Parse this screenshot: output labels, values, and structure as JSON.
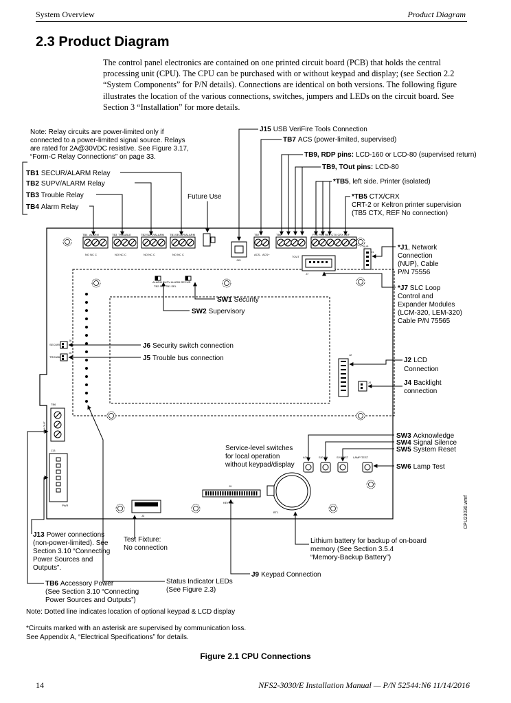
{
  "header": {
    "left": "System Overview",
    "right": "Product Diagram"
  },
  "section": {
    "title": "2.3  Product Diagram",
    "intro": "The control panel electronics are contained on one printed circuit board (PCB) that holds the central processing unit (CPU). The CPU can be purchased with or without keypad and display; (see Section 2.2 “System Components” for P/N details). Connections are identical on both versions. The following figure illustrates the location of the various connections, switches, jumpers and LEDs on the circuit board. See Section 3 “Installation” for more details."
  },
  "diagram": {
    "relay_note": [
      "Note: Relay circuits are power-limited only if",
      "connected to a power-limited signal source. Relays",
      "are rated for 2A@30VDC resistive. See Figure 3.17,",
      "“Form-C Relay Connections” on page 33."
    ],
    "tb1": {
      "id": "TB1",
      "text": "SECUR/ALARM Relay"
    },
    "tb2": {
      "id": "TB2",
      "text": "SUPV/ALARM Relay"
    },
    "tb3": {
      "id": "TB3",
      "text": "Trouble Relay"
    },
    "tb4": {
      "id": "TB4",
      "text": "Alarm Relay"
    },
    "future_use": "Future Use",
    "j15": {
      "id": "J15",
      "text": "USB VeriFire Tools Connection"
    },
    "tb7": {
      "id": "TB7",
      "text": "ACS (power-limited, supervised)"
    },
    "tb9_rdp": {
      "id": "TB9, RDP pins:",
      "text": "LCD-160 or LCD-80 (supervised return)"
    },
    "tb9_tout": {
      "id": "TB9, TOut pins:",
      "text": "LCD-80"
    },
    "tb5_left": {
      "id": "*TB5",
      "text": ", left side. Printer (isolated)"
    },
    "tb5_ctx": {
      "id": "*TB5",
      "text": "CTX/CRX",
      "line2": "CRT-2 or Keltron printer supervision",
      "line3": "(TB5 CTX, REF No connection)"
    },
    "j1": {
      "id": "*J1",
      "text": ", Network",
      "line2": "Connection",
      "line3": "(NUP), Cable",
      "line4": "P/N 75556"
    },
    "j7": {
      "id": "*J7",
      "text": " SLC Loop",
      "line2": "Control and",
      "line3": "Expander Modules",
      "line4": "(LCM-320, LEM-320)",
      "line5": "Cable P/N 75565"
    },
    "sw1": {
      "id": "SW1",
      "text": "Security"
    },
    "sw2": {
      "id": "SW2",
      "text": "Supervisory"
    },
    "j6": {
      "id": "J6",
      "text": "Security switch connection"
    },
    "j5": {
      "id": "J5",
      "text": "Trouble bus connection"
    },
    "j2": {
      "id": "J2",
      "text": "LCD",
      "line2": "Connection"
    },
    "j4": {
      "id": "J4",
      "text": "Backlight",
      "line2": "connection"
    },
    "sw3": {
      "id": "SW3",
      "text": "Acknowledge"
    },
    "sw4": {
      "id": "SW4",
      "text": "Signal Silence"
    },
    "sw5": {
      "id": "SW5",
      "text": "System Reset"
    },
    "sw6": {
      "id": "SW6",
      "text": "Lamp Test"
    },
    "service_switches": [
      "Service-level switches",
      "for local operation",
      "without keypad/display"
    ],
    "j13": {
      "id": "J13",
      "text": "Power connections",
      "line2": "(non-power-limited). See",
      "line3": "Section 3.10 “Connecting",
      "line4": "Power Sources and",
      "line5": "Outputs”."
    },
    "test_fixture": [
      "Test Fixture:",
      "No connection"
    ],
    "battery": [
      "Lithium battery for backup of on-board",
      "memory (See Section 3.5.4",
      "“Memory-Backup Battery”)"
    ],
    "j9": {
      "id": "J9",
      "text": "Keypad Connection"
    },
    "tb6": {
      "id": "TB6",
      "text": "Accessory Power",
      "line2": "(See Section 3.10 “Connecting",
      "line3": "Power Sources and Outputs”)"
    },
    "status_leds": [
      "Status Indicator LEDs",
      "(See Figure 2.3)"
    ],
    "side_code": "CPU23030.wmf",
    "board_labels": {
      "alarm": "ALARM",
      "trouble": "TROUBLE",
      "supv_alarm": "SUPV/ALARM",
      "secur_alarm": "SECUR/ALARM",
      "no_nc_c": "NO   NC   C",
      "tb4": "TB4",
      "tb3": "TB3",
      "tb2": "TB2",
      "tb1": "TB1",
      "j15": "J15",
      "tb7": "TB7",
      "tb9": "TB9",
      "tb5": "TB5",
      "acs_minus": "ACS-",
      "acs_plus": "ACS+",
      "tout": "TOUT",
      "tb5_pins": "PTX   PRX   REF   CTX   CRX   REF",
      "nup": "NUP",
      "j1": "J1",
      "j7": "J7",
      "sw_labels": "ALARM  SUPV   ALARM  SECUR",
      "sw_sub": "TB2   SEL     TB1   SEL",
      "security": "SECURITY",
      "trouble_side": "TROUBLE",
      "j6": "J6",
      "j5": "J5",
      "j2": "J2",
      "j4": "J4",
      "tb6": "TB6",
      "tb6_out": "24V OUT",
      "j13": "J13",
      "pwr": "PWR",
      "j3": "J3",
      "j9": "J9",
      "keypad": "KEYPAD",
      "bt1": "BT1",
      "ack": "ACK",
      "sigsil": "SIG SIL",
      "sysrst": "SYS RST",
      "lamptest": "LAMP TEST",
      "sw3": "SW3",
      "sw4": "SW4",
      "sw5": "SW5",
      "sw6": "SW6"
    }
  },
  "notes": {
    "dotted": "Note: Dotted line indicates location of optional keypad & LCD display",
    "asterisk": [
      "*Circuits marked with an asterisk are supervised by communication loss.",
      "See Appendix A, “Electrical Specifications” for details."
    ]
  },
  "figure_caption": "Figure 2.1  CPU Connections",
  "footer": {
    "page": "14",
    "right": "NFS2-3030/E Installation Manual — P/N 52544:N6  11/14/2016"
  }
}
